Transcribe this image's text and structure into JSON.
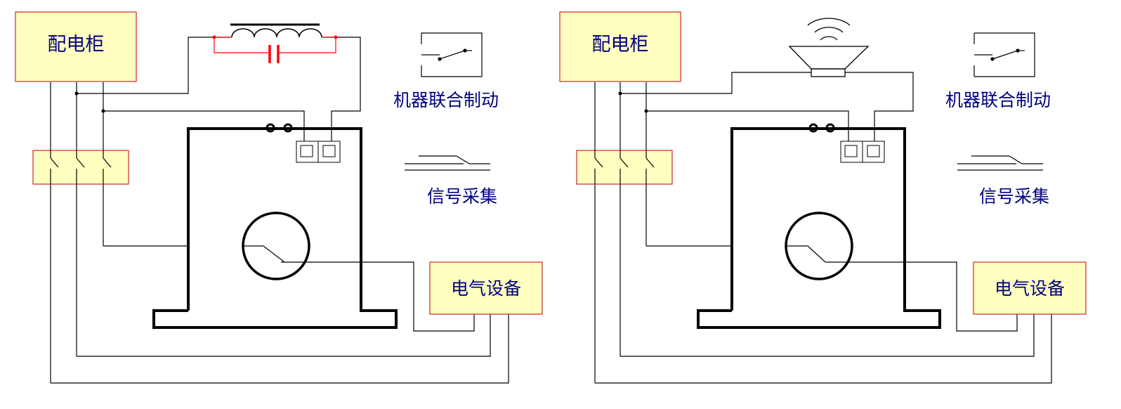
{
  "left_panel": {
    "cabinet_label": "配电柜",
    "brake_label": "机器联合制动",
    "signal_label": "信号采集",
    "equipment_label": "电气设备"
  },
  "right_panel": {
    "cabinet_label": "配电柜",
    "brake_label": "机器联合制动",
    "signal_label": "信号采集",
    "equipment_label": "电气设备"
  },
  "colors": {
    "box_fill": "#FFFFC0",
    "box_border": "#C00000",
    "wire": "#000000",
    "label_text": "#000080",
    "lc_circuit": "#FF0000"
  }
}
